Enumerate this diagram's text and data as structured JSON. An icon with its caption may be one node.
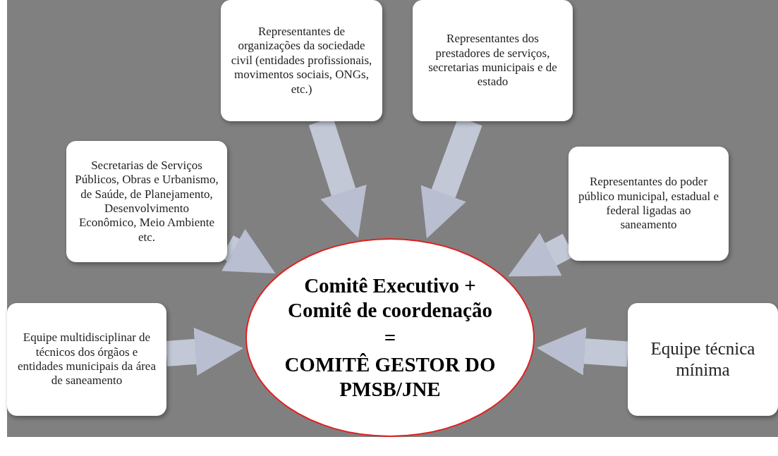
{
  "diagram": {
    "nodes": [
      {
        "text": [
          "Representantes de organizações da sociedade civil (entidades profissionais, movimentos sociais, ONGs, etc.)"
        ]
      },
      {
        "text": [
          "Representantes dos prestadores de serviços, secretarias municipais e de estado"
        ]
      },
      {
        "text": [
          "Secretarias de Serviços Públicos, Obras e Urbanismo, de Saúde, de Planejamento, Desenvolvimento Econômico, Meio Ambiente etc."
        ]
      },
      {
        "text": [
          "Representantes do poder público municipal, estadual e federal ligadas ao saneamento"
        ]
      },
      {
        "text": [
          "Comitê Executivo + Comitê de coordenação",
          "=",
          "COMITÊ GESTOR DO PMSB/JNE"
        ]
      },
      {
        "text": [
          "Equipe multidisciplinar de técnicos dos órgãos e entidades municipais da área de saneamento"
        ]
      },
      {
        "text": [
          "Equipe técnica mínima"
        ]
      }
    ],
    "edges": [
      {
        "from": 0,
        "to": 4,
        "arrow": "to"
      },
      {
        "from": 1,
        "to": 4,
        "arrow": "to"
      },
      {
        "from": 2,
        "to": 4,
        "arrow": "to"
      },
      {
        "from": 3,
        "to": 4,
        "arrow": "to"
      },
      {
        "from": 5,
        "to": 4,
        "arrow": "to"
      },
      {
        "from": 6,
        "to": 4,
        "arrow": "to"
      }
    ]
  }
}
